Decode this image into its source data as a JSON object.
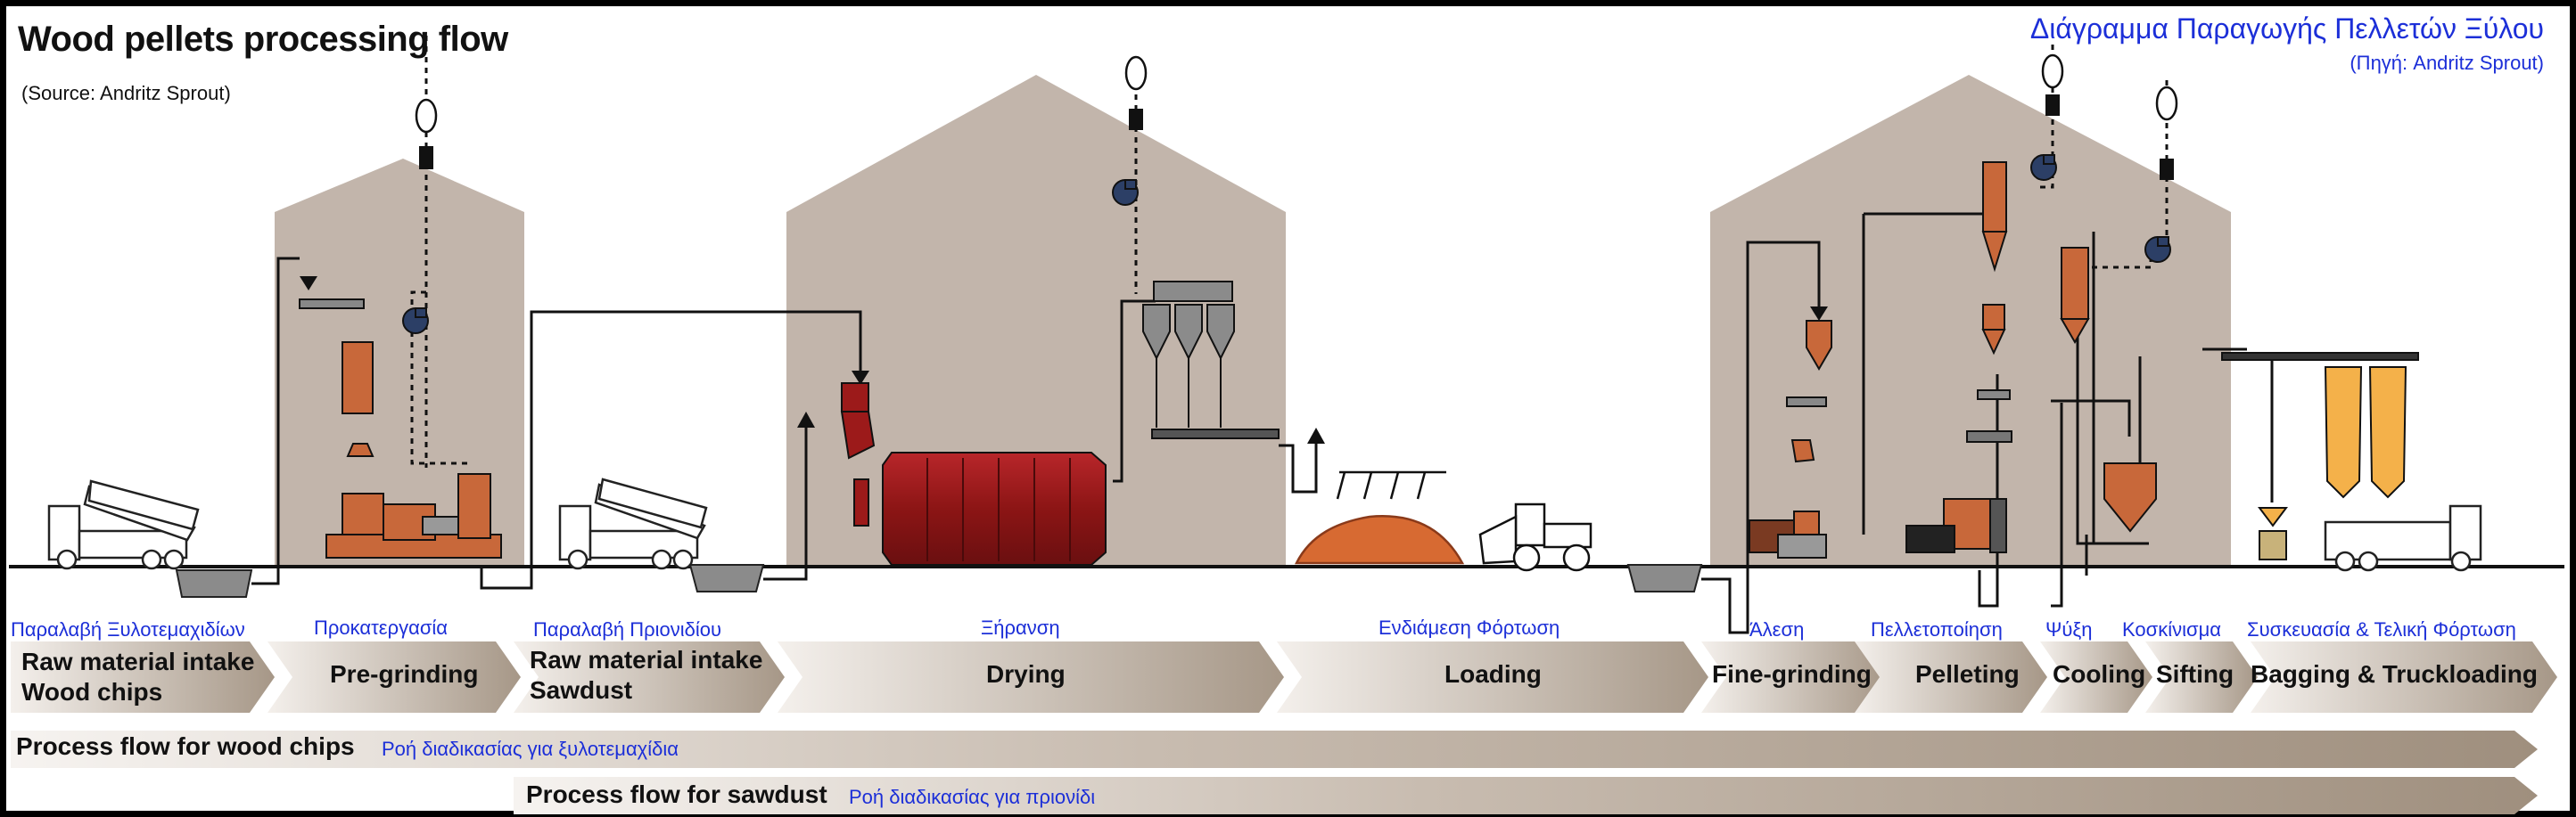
{
  "header": {
    "title": "Wood pellets processing flow",
    "source": "(Source: Andritz Sprout)",
    "title_gr": "Διάγραμμα Παραγωγής Πελλετών Ξύλου",
    "source_gr": "(Πηγή: Andritz Sprout)"
  },
  "stages": [
    {
      "id": "raw-intake-chips",
      "gr": "Παραλαβή Ξυλοτεμαχιδίων",
      "line1": "Raw material intake",
      "line2": "Wood chips"
    },
    {
      "id": "pre-grinding",
      "gr": "Προκατεργασία",
      "line1": "Pre-grinding",
      "line2": ""
    },
    {
      "id": "raw-intake-sawdust",
      "gr": "Παραλαβή Πριονιδίου",
      "line1": "Raw material intake",
      "line2": "Sawdust"
    },
    {
      "id": "drying",
      "gr": "Ξήρανση",
      "line1": "Drying",
      "line2": ""
    },
    {
      "id": "loading",
      "gr": "Ενδιάμεση Φόρτωση",
      "line1": "Loading",
      "line2": ""
    },
    {
      "id": "fine-grinding",
      "gr": "Άλεση",
      "line1": "Fine-grinding",
      "line2": ""
    },
    {
      "id": "pelleting",
      "gr": "Πελλετοποίηση",
      "line1": "Pelleting",
      "line2": ""
    },
    {
      "id": "cooling",
      "gr": "Ψύξη",
      "line1": "Cooling",
      "line2": ""
    },
    {
      "id": "sifting",
      "gr": "Κοσκίνισμα",
      "line1": "Sifting",
      "line2": ""
    },
    {
      "id": "bagging",
      "gr": "Συσκευασία & Τελική Φόρτωση",
      "line1": "Bagging & Truckloading",
      "line2": ""
    }
  ],
  "flows": {
    "chips_label": "Process flow for wood chips",
    "chips_gr": "Ροή διαδικασίας για ξυλοτεμαχίδια",
    "sawdust_label": "Process flow for sawdust",
    "sawdust_gr": "Ροή διαδικασίας για πριονίδι"
  },
  "colors": {
    "building": "#c2b5ab",
    "equipment_orange": "#c8683a",
    "dryer_red": "#9c1a1a",
    "silo_yellow": "#f4b14a",
    "fan_blue": "#2c3f66",
    "chevron_dark": "#a89a8c",
    "chevron_light": "#f2eeea",
    "greek_text": "#1c2fd8"
  }
}
